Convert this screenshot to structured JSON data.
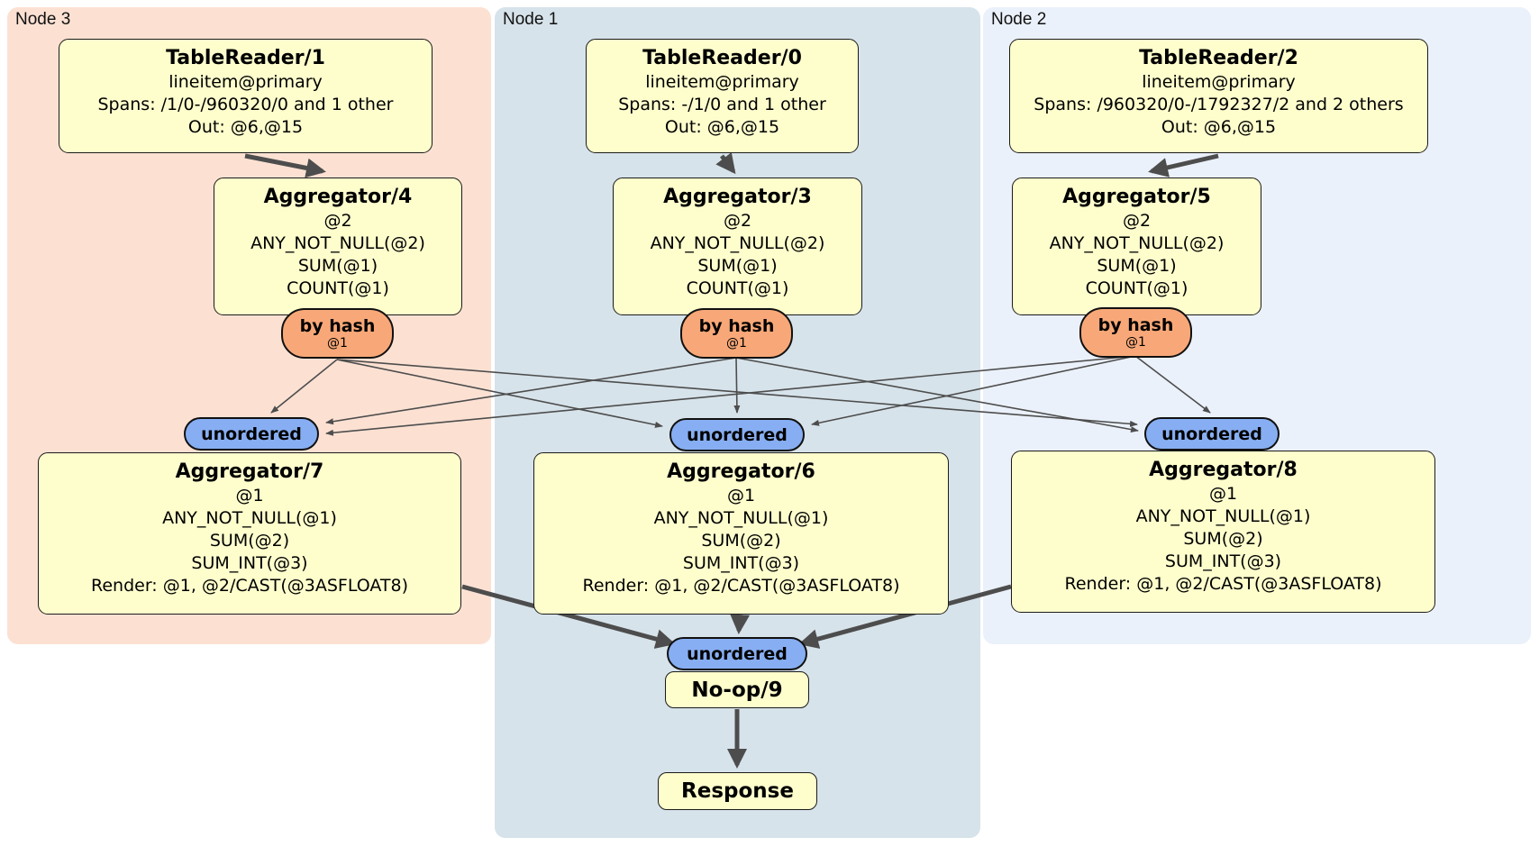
{
  "colors": {
    "region_node3_bg": "#fce1d3",
    "region_node1_bg": "#d7e3ea",
    "region_node2_bg": "#ebf1fa",
    "processor_bg": "#fefecd",
    "router_bg": "#f8a878",
    "stream_bg": "#87aef2",
    "edge": "#4d4d4d",
    "border": "#1a1a1a"
  },
  "regions": {
    "node3": {
      "label": "Node 3"
    },
    "node1": {
      "label": "Node 1"
    },
    "node2": {
      "label": "Node 2"
    }
  },
  "routers": {
    "by_hash": {
      "label": "by hash",
      "detail": "@1"
    }
  },
  "streams": {
    "unordered": {
      "label": "unordered"
    }
  },
  "processors": {
    "tablereader1": {
      "title": "TableReader/1",
      "lines": [
        "lineitem@primary",
        "Spans: /1/0-/960320/0 and 1 other",
        "Out: @6,@15"
      ]
    },
    "tablereader0": {
      "title": "TableReader/0",
      "lines": [
        "lineitem@primary",
        "Spans: -/1/0 and 1 other",
        "Out: @6,@15"
      ]
    },
    "tablereader2": {
      "title": "TableReader/2",
      "lines": [
        "lineitem@primary",
        "Spans: /960320/0-/1792327/2 and 2 others",
        "Out: @6,@15"
      ]
    },
    "aggregator4": {
      "title": "Aggregator/4",
      "lines": [
        "@2",
        "ANY_NOT_NULL(@2)",
        "SUM(@1)",
        "COUNT(@1)"
      ]
    },
    "aggregator3": {
      "title": "Aggregator/3",
      "lines": [
        "@2",
        "ANY_NOT_NULL(@2)",
        "SUM(@1)",
        "COUNT(@1)"
      ]
    },
    "aggregator5": {
      "title": "Aggregator/5",
      "lines": [
        "@2",
        "ANY_NOT_NULL(@2)",
        "SUM(@1)",
        "COUNT(@1)"
      ]
    },
    "aggregator7": {
      "title": "Aggregator/7",
      "lines": [
        "@1",
        "ANY_NOT_NULL(@1)",
        "SUM(@2)",
        "SUM_INT(@3)",
        "Render: @1, @2/CAST(@3ASFLOAT8)"
      ]
    },
    "aggregator6": {
      "title": "Aggregator/6",
      "lines": [
        "@1",
        "ANY_NOT_NULL(@1)",
        "SUM(@2)",
        "SUM_INT(@3)",
        "Render: @1, @2/CAST(@3ASFLOAT8)"
      ]
    },
    "aggregator8": {
      "title": "Aggregator/8",
      "lines": [
        "@1",
        "ANY_NOT_NULL(@1)",
        "SUM(@2)",
        "SUM_INT(@3)",
        "Render: @1, @2/CAST(@3ASFLOAT8)"
      ]
    },
    "noop9": {
      "title": "No-op/9"
    },
    "response": {
      "title": "Response"
    }
  }
}
